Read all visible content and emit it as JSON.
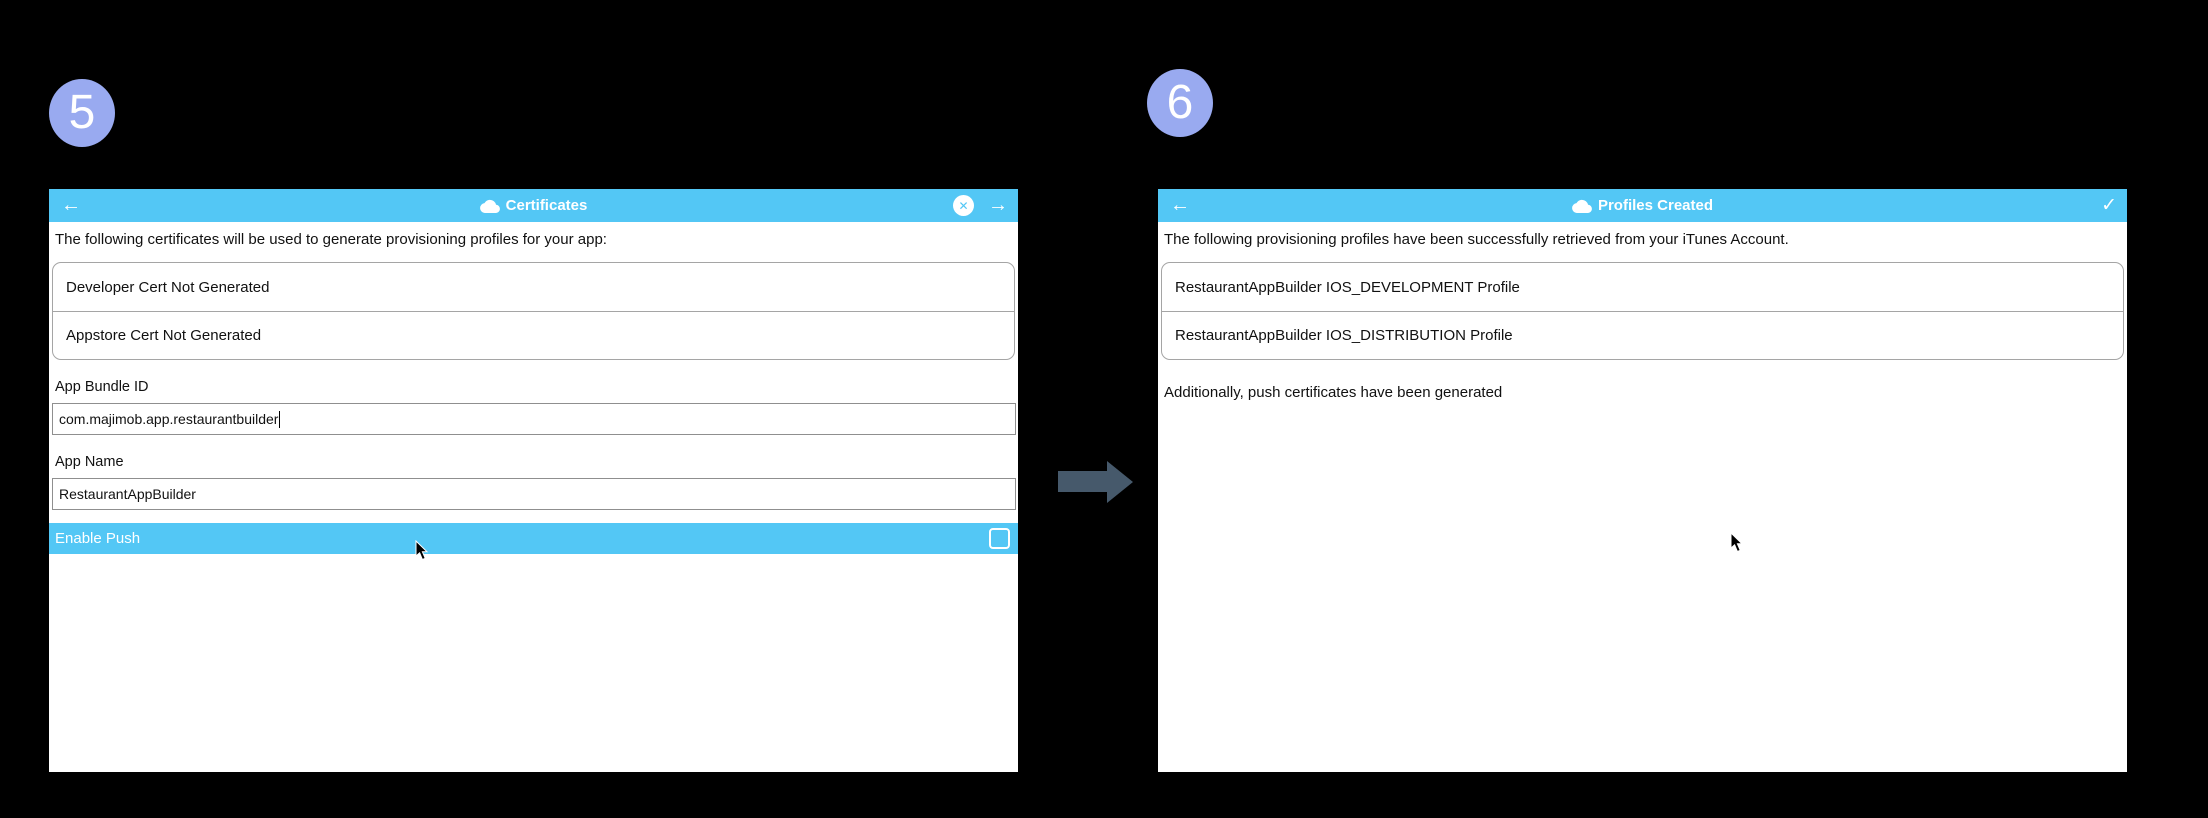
{
  "colors": {
    "background": "#000000",
    "header_blue": "#53C7F5",
    "step_badge_blue": "#99AAF0",
    "flow_arrow_gray": "#46596B",
    "window_bg": "#FFFFFF"
  },
  "flow": {
    "step5_badge": "5",
    "step6_badge": "6"
  },
  "step5": {
    "header": {
      "back_icon": "←",
      "cloud_icon": "cloud",
      "title": "Certificates",
      "close_icon": "✕",
      "forward_icon": "→"
    },
    "intro": "The following certificates will be used to generate provisioning profiles for your app:",
    "cert_list": [
      "Developer Cert Not Generated",
      "Appstore Cert Not Generated"
    ],
    "bundle_id_label": "App Bundle ID",
    "bundle_id_value": "com.majimob.app.restaurantbuilder",
    "app_name_label": "App Name",
    "app_name_value": "RestaurantAppBuilder",
    "enable_push_label": "Enable Push",
    "enable_push_checked": false
  },
  "step6": {
    "header": {
      "back_icon": "←",
      "cloud_icon": "cloud",
      "title": "Profiles Created",
      "confirm_icon": "✓"
    },
    "intro": "The following provisioning profiles have been successfully retrieved from your iTunes Account.",
    "profile_list": [
      "RestaurantAppBuilder IOS_DEVELOPMENT Profile",
      "RestaurantAppBuilder IOS_DISTRIBUTION Profile"
    ],
    "footer_note": "Additionally, push certificates have been generated"
  }
}
